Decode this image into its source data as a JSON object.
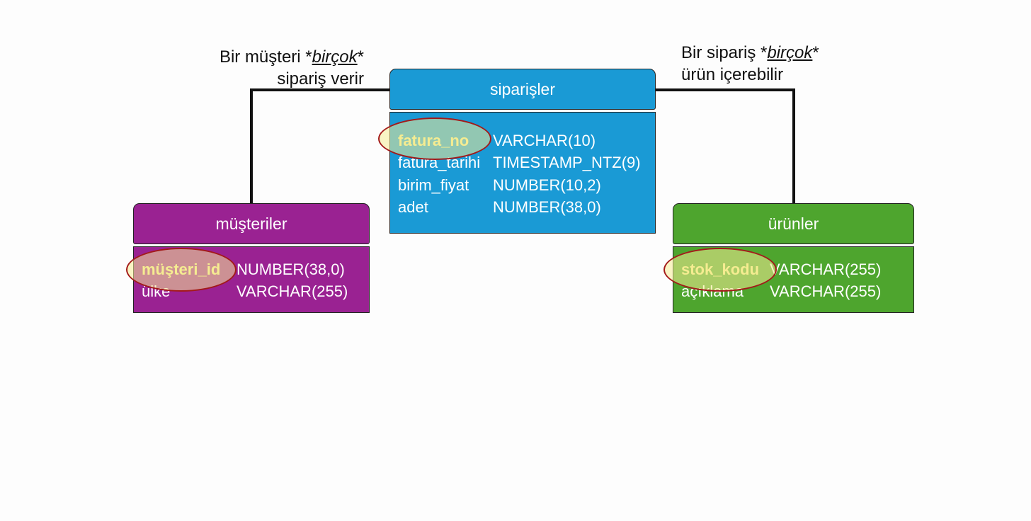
{
  "captions": {
    "left": {
      "line1_prefix": "Bir müşteri *",
      "line1_emph": "birçok",
      "line1_suffix": "*",
      "line2": "sipariş verir"
    },
    "right": {
      "line1_prefix": "Bir sipariş *",
      "line1_emph": "birçok",
      "line1_suffix": "*",
      "line2": "ürün içerebilir"
    }
  },
  "tables": {
    "siparisler": {
      "title": "siparişler",
      "color": "#1a9ad5",
      "columns": [
        {
          "name": "fatura_no",
          "type": "VARCHAR(10)",
          "key": true
        },
        {
          "name": "fatura_tarihi",
          "type": "TIMESTAMP_NTZ(9)"
        },
        {
          "name": "birim_fiyat",
          "type": "NUMBER(10,2)"
        },
        {
          "name": "adet",
          "type": "NUMBER(38,0)"
        }
      ]
    },
    "musteriler": {
      "title": "müşteriler",
      "color": "#9a2292",
      "columns": [
        {
          "name": "müşteri_id",
          "type": "NUMBER(38,0)",
          "key": true
        },
        {
          "name": "ülke",
          "type": "VARCHAR(255)"
        }
      ]
    },
    "urunler": {
      "title": "ürünler",
      "color": "#4ea52e",
      "columns": [
        {
          "name": "stok_kodu",
          "type": "VARCHAR(255)",
          "key": true
        },
        {
          "name": "açıklama",
          "type": "VARCHAR(255)"
        }
      ]
    }
  },
  "highlight_color": "#a31a1a"
}
